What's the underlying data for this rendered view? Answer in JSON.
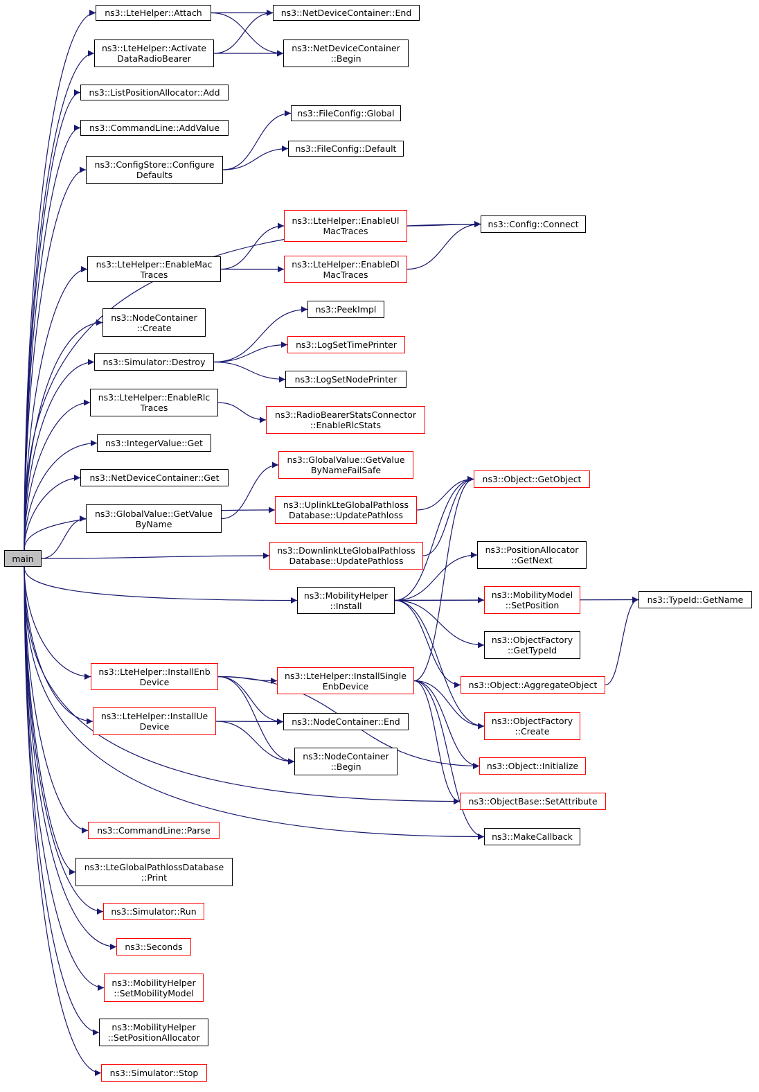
{
  "graph": {
    "nodes": {
      "main": {
        "lines": [
          "main"
        ]
      },
      "lte_attach": {
        "lines": [
          "ns3::LteHelper::Attach"
        ]
      },
      "ndc_end": {
        "lines": [
          "ns3::NetDeviceContainer::End"
        ]
      },
      "lte_activate": {
        "lines": [
          "ns3::LteHelper::Activate",
          "DataRadioBearer"
        ]
      },
      "ndc_begin": {
        "lines": [
          "ns3::NetDeviceContainer",
          "::Begin"
        ]
      },
      "listpos_add": {
        "lines": [
          "ns3::ListPositionAllocator::Add"
        ]
      },
      "cmd_addvalue": {
        "lines": [
          "ns3::CommandLine::AddValue"
        ]
      },
      "filecfg_global": {
        "lines": [
          "ns3::FileConfig::Global"
        ]
      },
      "cfgstore_configure": {
        "lines": [
          "ns3::ConfigStore::Configure",
          "Defaults"
        ]
      },
      "filecfg_default": {
        "lines": [
          "ns3::FileConfig::Default"
        ]
      },
      "enable_ulmac": {
        "lines": [
          "ns3::LteHelper::EnableUl",
          "MacTraces"
        ],
        "red": true
      },
      "config_connect": {
        "lines": [
          "ns3::Config::Connect"
        ]
      },
      "enable_mac": {
        "lines": [
          "ns3::LteHelper::EnableMac",
          "Traces"
        ]
      },
      "enable_dlmac": {
        "lines": [
          "ns3::LteHelper::EnableDl",
          "MacTraces"
        ],
        "red": true
      },
      "nodec_create": {
        "lines": [
          "ns3::NodeContainer",
          "::Create"
        ]
      },
      "peekimpl": {
        "lines": [
          "ns3::PeekImpl"
        ]
      },
      "logtime": {
        "lines": [
          "ns3::LogSetTimePrinter"
        ],
        "red": true
      },
      "sim_destroy": {
        "lines": [
          "ns3::Simulator::Destroy"
        ]
      },
      "lognode": {
        "lines": [
          "ns3::LogSetNodePrinter"
        ]
      },
      "enable_rlc": {
        "lines": [
          "ns3::LteHelper::EnableRlc",
          "Traces"
        ]
      },
      "rbstats": {
        "lines": [
          "ns3::RadioBearerStatsConnector",
          "::EnableRlcStats"
        ],
        "red": true
      },
      "intval_get": {
        "lines": [
          "ns3::IntegerValue::Get"
        ]
      },
      "gv_failsafe": {
        "lines": [
          "ns3::GlobalValue::GetValue",
          "ByNameFailSafe"
        ],
        "red": true
      },
      "ndc_get": {
        "lines": [
          "ns3::NetDeviceContainer::Get"
        ]
      },
      "obj_getobject": {
        "lines": [
          "ns3::Object::GetObject"
        ],
        "red": true
      },
      "uplink_update": {
        "lines": [
          "ns3::UplinkLteGlobalPathloss",
          "Database::UpdatePathloss"
        ],
        "red": true
      },
      "gv_byname": {
        "lines": [
          "ns3::GlobalValue::GetValue",
          "ByName"
        ]
      },
      "posalloc_next": {
        "lines": [
          "ns3::PositionAllocator",
          "::GetNext"
        ]
      },
      "downlink_update": {
        "lines": [
          "ns3::DownlinkLteGlobalPathloss",
          "Database::UpdatePathloss"
        ],
        "red": true
      },
      "typeid_getname": {
        "lines": [
          "ns3::TypeId::GetName"
        ]
      },
      "mobhelper_install": {
        "lines": [
          "ns3::MobilityHelper",
          "::Install"
        ]
      },
      "mobmodel_setpos": {
        "lines": [
          "ns3::MobilityModel",
          "::SetPosition"
        ],
        "red": true
      },
      "objfactory_gettypeid": {
        "lines": [
          "ns3::ObjectFactory",
          "::GetTypeId"
        ]
      },
      "lte_installenb": {
        "lines": [
          "ns3::LteHelper::InstallEnb",
          "Device"
        ],
        "red": true
      },
      "lte_installsingle": {
        "lines": [
          "ns3::LteHelper::InstallSingle",
          "EnbDevice"
        ],
        "red": true
      },
      "obj_aggregate": {
        "lines": [
          "ns3::Object::AggregateObject"
        ],
        "red": true
      },
      "lte_installue": {
        "lines": [
          "ns3::LteHelper::InstallUe",
          "Device"
        ],
        "red": true
      },
      "nodec_end": {
        "lines": [
          "ns3::NodeContainer::End"
        ]
      },
      "objfactory_create": {
        "lines": [
          "ns3::ObjectFactory",
          "::Create"
        ],
        "red": true
      },
      "nodec_begin": {
        "lines": [
          "ns3::NodeContainer",
          "::Begin"
        ]
      },
      "obj_initialize": {
        "lines": [
          "ns3::Object::Initialize"
        ],
        "red": true
      },
      "objbase_setattr": {
        "lines": [
          "ns3::ObjectBase::SetAttribute"
        ],
        "red": true
      },
      "cmd_parse": {
        "lines": [
          "ns3::CommandLine::Parse"
        ],
        "red": true
      },
      "makecallback": {
        "lines": [
          "ns3::MakeCallback"
        ]
      },
      "ltepathloss_print": {
        "lines": [
          "ns3::LteGlobalPathlossDatabase",
          "::Print"
        ]
      },
      "sim_run": {
        "lines": [
          "ns3::Simulator::Run"
        ],
        "red": true
      },
      "seconds": {
        "lines": [
          "ns3::Seconds"
        ],
        "red": true
      },
      "mob_setmodel": {
        "lines": [
          "ns3::MobilityHelper",
          "::SetMobilityModel"
        ],
        "red": true
      },
      "mob_setposalloc": {
        "lines": [
          "ns3::MobilityHelper",
          "::SetPositionAllocator"
        ]
      },
      "sim_stop": {
        "lines": [
          "ns3::Simulator::Stop"
        ],
        "red": true
      }
    },
    "edges": [
      [
        "main",
        "lte_attach"
      ],
      [
        "main",
        "lte_activate"
      ],
      [
        "main",
        "listpos_add"
      ],
      [
        "main",
        "cmd_addvalue"
      ],
      [
        "main",
        "cfgstore_configure"
      ],
      [
        "main",
        "config_connect"
      ],
      [
        "main",
        "enable_mac"
      ],
      [
        "main",
        "nodec_create"
      ],
      [
        "main",
        "sim_destroy"
      ],
      [
        "main",
        "enable_rlc"
      ],
      [
        "main",
        "intval_get"
      ],
      [
        "main",
        "ndc_get"
      ],
      [
        "main",
        "gv_byname"
      ],
      [
        "main",
        "uplink_update"
      ],
      [
        "main",
        "downlink_update"
      ],
      [
        "main",
        "mobhelper_install"
      ],
      [
        "main",
        "lte_installenb"
      ],
      [
        "main",
        "lte_installue"
      ],
      [
        "main",
        "objbase_setattr"
      ],
      [
        "main",
        "makecallback"
      ],
      [
        "main",
        "cmd_parse"
      ],
      [
        "main",
        "ltepathloss_print"
      ],
      [
        "main",
        "sim_run"
      ],
      [
        "main",
        "seconds"
      ],
      [
        "main",
        "mob_setmodel"
      ],
      [
        "main",
        "mob_setposalloc"
      ],
      [
        "main",
        "sim_stop"
      ],
      [
        "lte_attach",
        "ndc_end"
      ],
      [
        "lte_attach",
        "ndc_begin"
      ],
      [
        "lte_activate",
        "ndc_end"
      ],
      [
        "lte_activate",
        "ndc_begin"
      ],
      [
        "cfgstore_configure",
        "filecfg_global"
      ],
      [
        "cfgstore_configure",
        "filecfg_default"
      ],
      [
        "enable_mac",
        "enable_ulmac"
      ],
      [
        "enable_mac",
        "enable_dlmac"
      ],
      [
        "enable_ulmac",
        "config_connect"
      ],
      [
        "enable_dlmac",
        "config_connect"
      ],
      [
        "sim_destroy",
        "peekimpl"
      ],
      [
        "sim_destroy",
        "logtime"
      ],
      [
        "sim_destroy",
        "lognode"
      ],
      [
        "enable_rlc",
        "rbstats"
      ],
      [
        "gv_byname",
        "gv_failsafe"
      ],
      [
        "uplink_update",
        "obj_getobject"
      ],
      [
        "downlink_update",
        "obj_getobject"
      ],
      [
        "mobhelper_install",
        "obj_getobject"
      ],
      [
        "mobhelper_install",
        "typeid_getname"
      ],
      [
        "mobhelper_install",
        "posalloc_next"
      ],
      [
        "mobhelper_install",
        "mobmodel_setpos"
      ],
      [
        "mobhelper_install",
        "objfactory_gettypeid"
      ],
      [
        "mobhelper_install",
        "obj_aggregate"
      ],
      [
        "mobhelper_install",
        "objfactory_create"
      ],
      [
        "obj_aggregate",
        "typeid_getname"
      ],
      [
        "lte_installenb",
        "lte_installsingle"
      ],
      [
        "lte_installenb",
        "nodec_end"
      ],
      [
        "lte_installenb",
        "nodec_begin"
      ],
      [
        "lte_installenb",
        "obj_initialize"
      ],
      [
        "lte_installsingle",
        "obj_getobject"
      ],
      [
        "lte_installsingle",
        "objfactory_create"
      ],
      [
        "lte_installsingle",
        "obj_initialize"
      ],
      [
        "lte_installsingle",
        "objbase_setattr"
      ],
      [
        "lte_installsingle",
        "makecallback"
      ],
      [
        "lte_installue",
        "nodec_end"
      ],
      [
        "lte_installue",
        "nodec_begin"
      ]
    ]
  }
}
